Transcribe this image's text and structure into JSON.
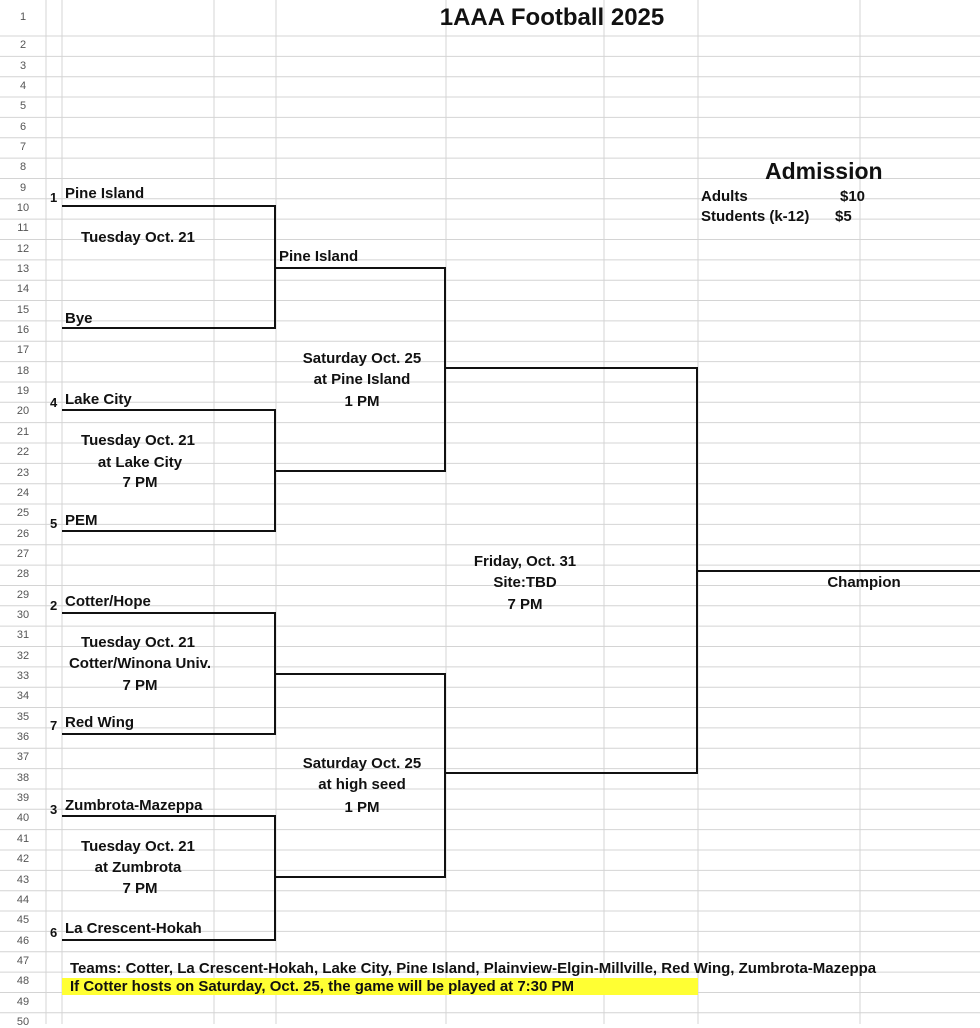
{
  "title": "1AAA Football  2025",
  "admission": {
    "heading": "Admission",
    "adults_label": "Adults",
    "adults_price": "$10",
    "students_label": "Students (k-12)",
    "students_price": "$5"
  },
  "round1": [
    {
      "seed_top": "1",
      "team_top": "Pine Island",
      "seed_bottom": "",
      "team_bottom": "Bye",
      "info": [
        "Tuesday Oct. 21",
        "",
        ""
      ]
    },
    {
      "seed_top": "4",
      "team_top": "Lake City",
      "seed_bottom": "5",
      "team_bottom": "PEM",
      "info": [
        "Tuesday Oct. 21",
        "at Lake City",
        "7 PM"
      ]
    },
    {
      "seed_top": "2",
      "team_top": "Cotter/Hope",
      "seed_bottom": "7",
      "team_bottom": "Red Wing",
      "info": [
        "Tuesday Oct. 21",
        "Cotter/Winona Univ.",
        "7 PM"
      ]
    },
    {
      "seed_top": "3",
      "team_top": "Zumbrota-Mazeppa",
      "seed_bottom": "6",
      "team_bottom": "La Crescent-Hokah",
      "info": [
        "Tuesday Oct. 21",
        "at Zumbrota",
        "7 PM"
      ]
    }
  ],
  "round2": [
    {
      "winner": "Pine Island",
      "info": [
        "Saturday Oct. 25",
        "at Pine Island",
        "1 PM"
      ]
    },
    {
      "winner": "",
      "info": [
        "Saturday Oct. 25",
        "at high seed",
        "1 PM"
      ]
    }
  ],
  "final": {
    "info": [
      "Friday, Oct. 31",
      "Site:TBD",
      "7 PM"
    ],
    "champion_label": "Champion"
  },
  "footer": {
    "teams": "Teams: Cotter, La Crescent-Hokah, Lake City, Pine Island, Plainview-Elgin-Millville, Red Wing, Zumbrota-Mazeppa",
    "note": "If Cotter hosts on Saturday, Oct. 25, the game will be played at 7:30 PM",
    "note_highlight": "#ffff33"
  }
}
